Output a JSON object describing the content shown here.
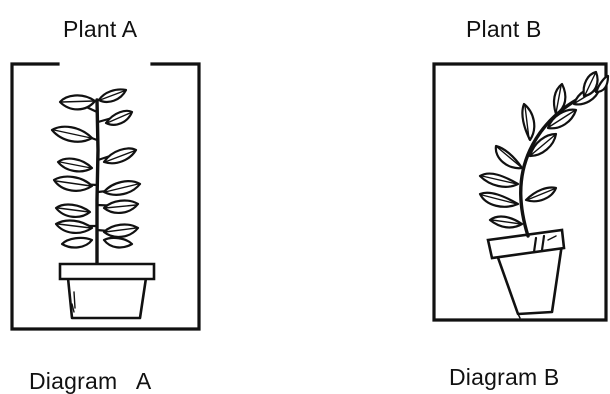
{
  "figure": {
    "plant_a": {
      "title": "Plant A",
      "caption": "Diagram   A"
    },
    "plant_b": {
      "title": "Plant B",
      "caption": "Diagram B"
    }
  }
}
